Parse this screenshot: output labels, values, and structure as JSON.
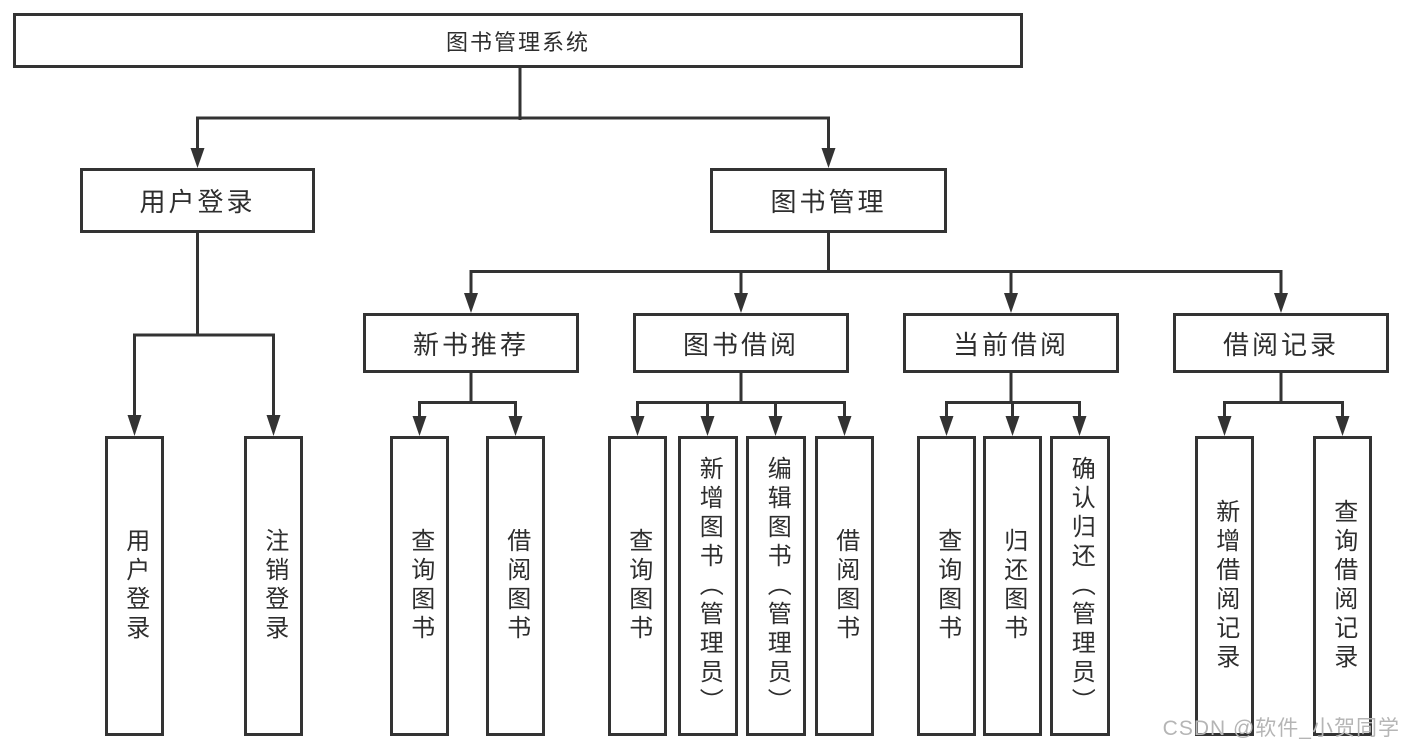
{
  "diagram": {
    "root": {
      "label": "图书管理系统"
    },
    "level2": [
      {
        "label": "用户登录"
      },
      {
        "label": "图书管理"
      }
    ],
    "level3": [
      {
        "label": "新书推荐"
      },
      {
        "label": "图书借阅"
      },
      {
        "label": "当前借阅"
      },
      {
        "label": "借阅记录"
      }
    ],
    "leaves": {
      "user_login": [
        "用户登录",
        "注销登录"
      ],
      "new_books": [
        "查询图书",
        "借阅图书"
      ],
      "book_borrow": [
        "查询图书",
        "新增图书（管理员）",
        "编辑图书（管理员）",
        "借阅图书"
      ],
      "current_borrow": [
        "查询图书",
        "归还图书",
        "确认归还（管理员）"
      ],
      "borrow_records": [
        "新增借阅记录",
        "查询借阅记录"
      ]
    }
  },
  "watermark": "CSDN @软件_小贺同学",
  "colors": {
    "line": "#333333",
    "text": "#2e2e2e",
    "box_background": "#ffffff",
    "watermark": "#b5b5b5"
  }
}
